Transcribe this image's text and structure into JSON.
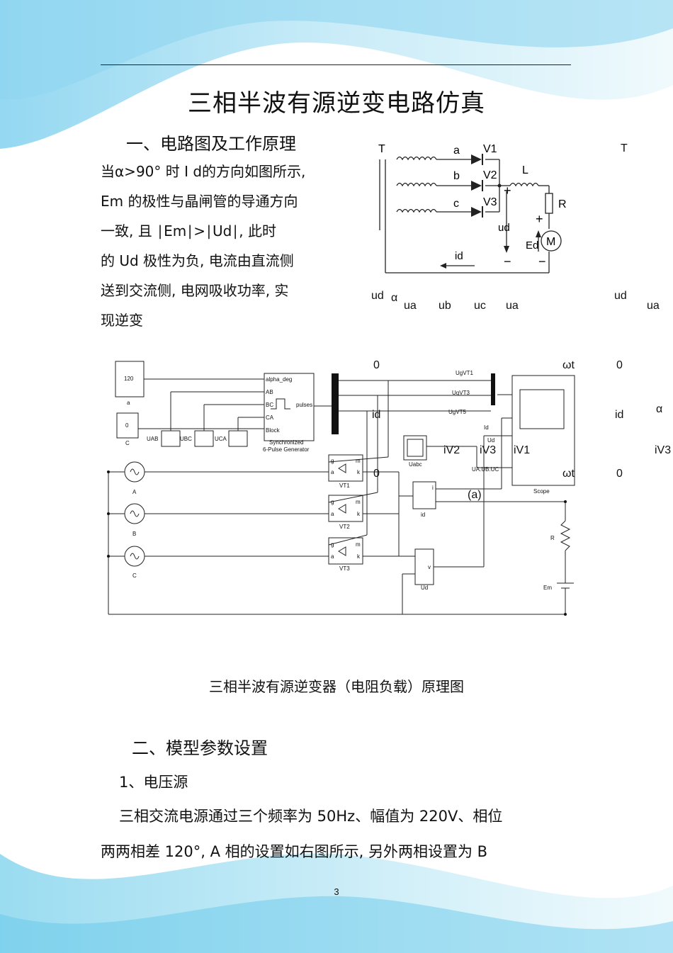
{
  "title": "三相半波有源逆变电路仿真",
  "section1": {
    "heading": "一、电路图及工作原理",
    "lines": [
      "当α>90° 时 I d的方向如图所示,",
      "Em 的极性与晶闸管的导通方向",
      "一致, 且 ∣Em∣>∣Ud∣, 此时",
      "的 Ud 极性为负, 电流由直流侧",
      "送到交流侧, 电网吸收功率, 实",
      "现逆变"
    ]
  },
  "circuit": {
    "T": "T",
    "T_right": "T",
    "a": "a",
    "b": "b",
    "c": "c",
    "V1": "V1",
    "V2": "V2",
    "V3": "V3",
    "L": "L",
    "R": "R",
    "M": "M",
    "ud": "ud",
    "Ed": "Ed",
    "id": "id",
    "plus": "+",
    "minus": "−"
  },
  "waveform_labels": {
    "ud": "ud",
    "alpha": "α",
    "ua": "ua",
    "ub": "ub",
    "uc": "uc",
    "zero": "0",
    "wt": "ωt",
    "id": "id",
    "iV1": "iV1",
    "iV2": "iV2",
    "iV3": "iV3",
    "a_label": "(a)"
  },
  "simulink": {
    "const1_value": "120",
    "const1_name": "a",
    "const2_value": "0",
    "const2_name": "C",
    "gen_ports": [
      "alpha_deg",
      "AB",
      "BC",
      "CA",
      "Block"
    ],
    "gen_out": "pulses",
    "gen_name1": "Synchronized",
    "gen_name2": "6-Pulse Generator",
    "vm_labels": [
      "UAB",
      "UBC",
      "UCA"
    ],
    "sources": [
      "A",
      "B",
      "C"
    ],
    "thyristors": [
      "VT1",
      "VT2",
      "VT3"
    ],
    "scope_signals": [
      "UgVT1",
      "UgVT3",
      "UgVT5",
      "Id",
      "Ud",
      "UA.UB.UC"
    ],
    "scope_name": "Scope",
    "uabc_name": "Uabc",
    "id_meter": "id",
    "ud_meter": "Ud",
    "R": "R",
    "Em": "Em",
    "port_g": "g",
    "port_a": "a",
    "port_k": "k",
    "port_m": "m",
    "port_i": "i",
    "port_v": "v"
  },
  "caption": "三相半波有源逆变器（电阻负载）原理图",
  "section2": {
    "heading": "二、模型参数设置",
    "sub1": "1、电压源",
    "line1": "三相交流电源通过三个频率为 50Hz、幅值为 220V、相位",
    "line2": "两两相差 120°, A 相的设置如右图所示, 另外两相设置为 B"
  },
  "page_number": "3",
  "colors": {
    "wave_top": "#5fc6e8",
    "wave_light": "#c9ecf7",
    "wave_bottom": "#7fd3ec"
  }
}
